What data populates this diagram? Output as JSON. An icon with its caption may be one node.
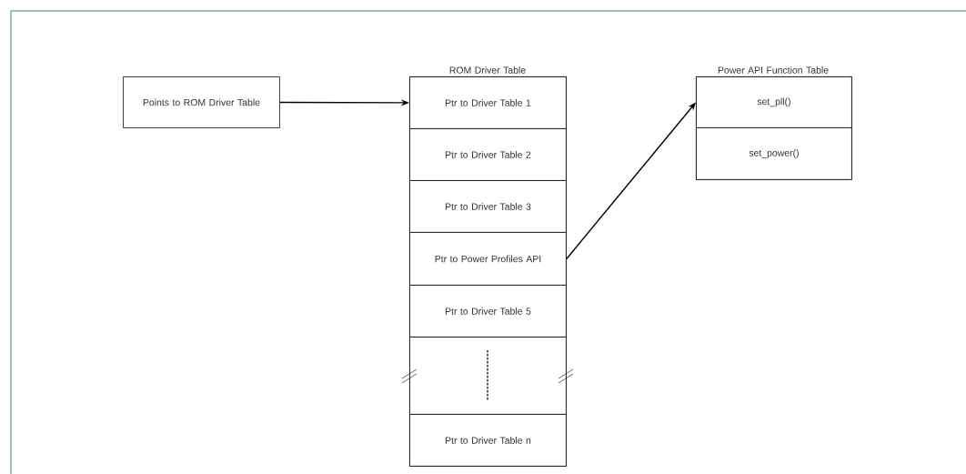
{
  "diagram": {
    "nodes": [
      {
        "text": [
          "Points to ROM Driver Table"
        ]
      },
      {
        "text": [
          "ROM Driver Table"
        ]
      },
      {
        "text": [
          "Ptr to Driver Table 1"
        ],
        "in": 1
      },
      {
        "text": [
          "Ptr to Driver Table 2"
        ],
        "in": 1
      },
      {
        "text": [
          "Ptr to Driver Table 3"
        ],
        "in": 1
      },
      {
        "text": [
          "Ptr to Power Profiles API"
        ],
        "in": 1
      },
      {
        "text": [
          "Ptr to Driver Table 5"
        ],
        "in": 1
      },
      {
        "text": [],
        "shape": "box",
        "in": 1
      },
      {
        "text": [
          "Ptr to Driver Table n"
        ],
        "in": 1
      },
      {
        "text": [
          "Power API Function Table"
        ]
      },
      {
        "text": [
          "set_pll()"
        ],
        "in": 9
      },
      {
        "text": [
          "set_power()"
        ],
        "in": 9
      }
    ],
    "edges": [
      {
        "from": 0,
        "to": 2,
        "arrow": "to"
      },
      {
        "from": 5,
        "to": 10,
        "arrow": "to"
      }
    ]
  }
}
